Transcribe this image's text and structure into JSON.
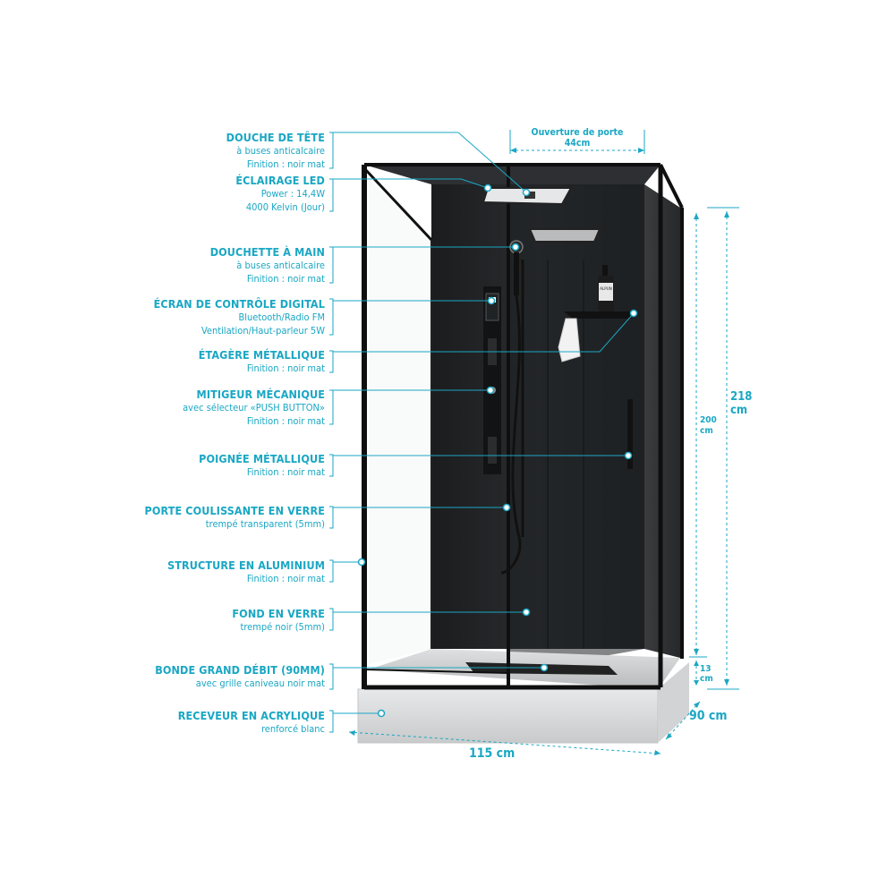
{
  "colors": {
    "accent": "#1aa7c4",
    "frame": "#111111",
    "glass": "#1d1f21",
    "tray": "#d9dadb"
  },
  "labels": [
    {
      "id": "head-shower",
      "title": "DOUCHE DE TÊTE",
      "lines": [
        "à buses anticalcaire",
        "Finition : noir mat"
      ]
    },
    {
      "id": "led",
      "title": "ÉCLAIRAGE LED",
      "lines": [
        "Power : 14,4W",
        "4000 Kelvin (Jour)"
      ]
    },
    {
      "id": "hand-shower",
      "title": "DOUCHETTE À MAIN",
      "lines": [
        "à buses anticalcaire",
        "Finition : noir mat"
      ]
    },
    {
      "id": "control-screen",
      "title": "ÉCRAN DE CONTRÔLE DIGITAL",
      "lines": [
        "Bluetooth/Radio FM",
        "Ventilation/Haut-parleur 5W"
      ]
    },
    {
      "id": "shelf",
      "title": "ÉTAGÈRE MÉTALLIQUE",
      "lines": [
        "Finition : noir mat"
      ]
    },
    {
      "id": "mixer",
      "title": "MITIGEUR MÉCANIQUE",
      "lines": [
        "avec sélecteur «PUSH BUTTON»",
        "Finition : noir mat"
      ]
    },
    {
      "id": "handle",
      "title": "POIGNÉE MÉTALLIQUE",
      "lines": [
        "Finition : noir mat"
      ]
    },
    {
      "id": "sliding-door",
      "title": "PORTE COULISSANTE EN VERRE",
      "lines": [
        "trempé transparent (5mm)"
      ]
    },
    {
      "id": "aluminium-frame",
      "title": "STRUCTURE EN ALUMINIUM",
      "lines": [
        "Finition : noir mat"
      ]
    },
    {
      "id": "glass-back",
      "title": "FOND EN VERRE",
      "lines": [
        "trempé noir (5mm)"
      ]
    },
    {
      "id": "drain",
      "title": "BONDE GRAND DÉBIT (90MM)",
      "lines": [
        "avec grille caniveau noir mat"
      ]
    },
    {
      "id": "tray",
      "title": "RECEVEUR EN ACRYLIQUE",
      "lines": [
        "renforcé blanc"
      ]
    }
  ],
  "dimensions": {
    "door_opening": [
      "Ouverture de porte",
      "44cm"
    ],
    "total_height": [
      "218",
      "cm"
    ],
    "cabin_height": [
      "200",
      "cm"
    ],
    "tray_height": [
      "13",
      "cm"
    ],
    "depth": "90 cm",
    "width": "115 cm"
  },
  "product": {
    "bottle_label": "ALPUN"
  }
}
